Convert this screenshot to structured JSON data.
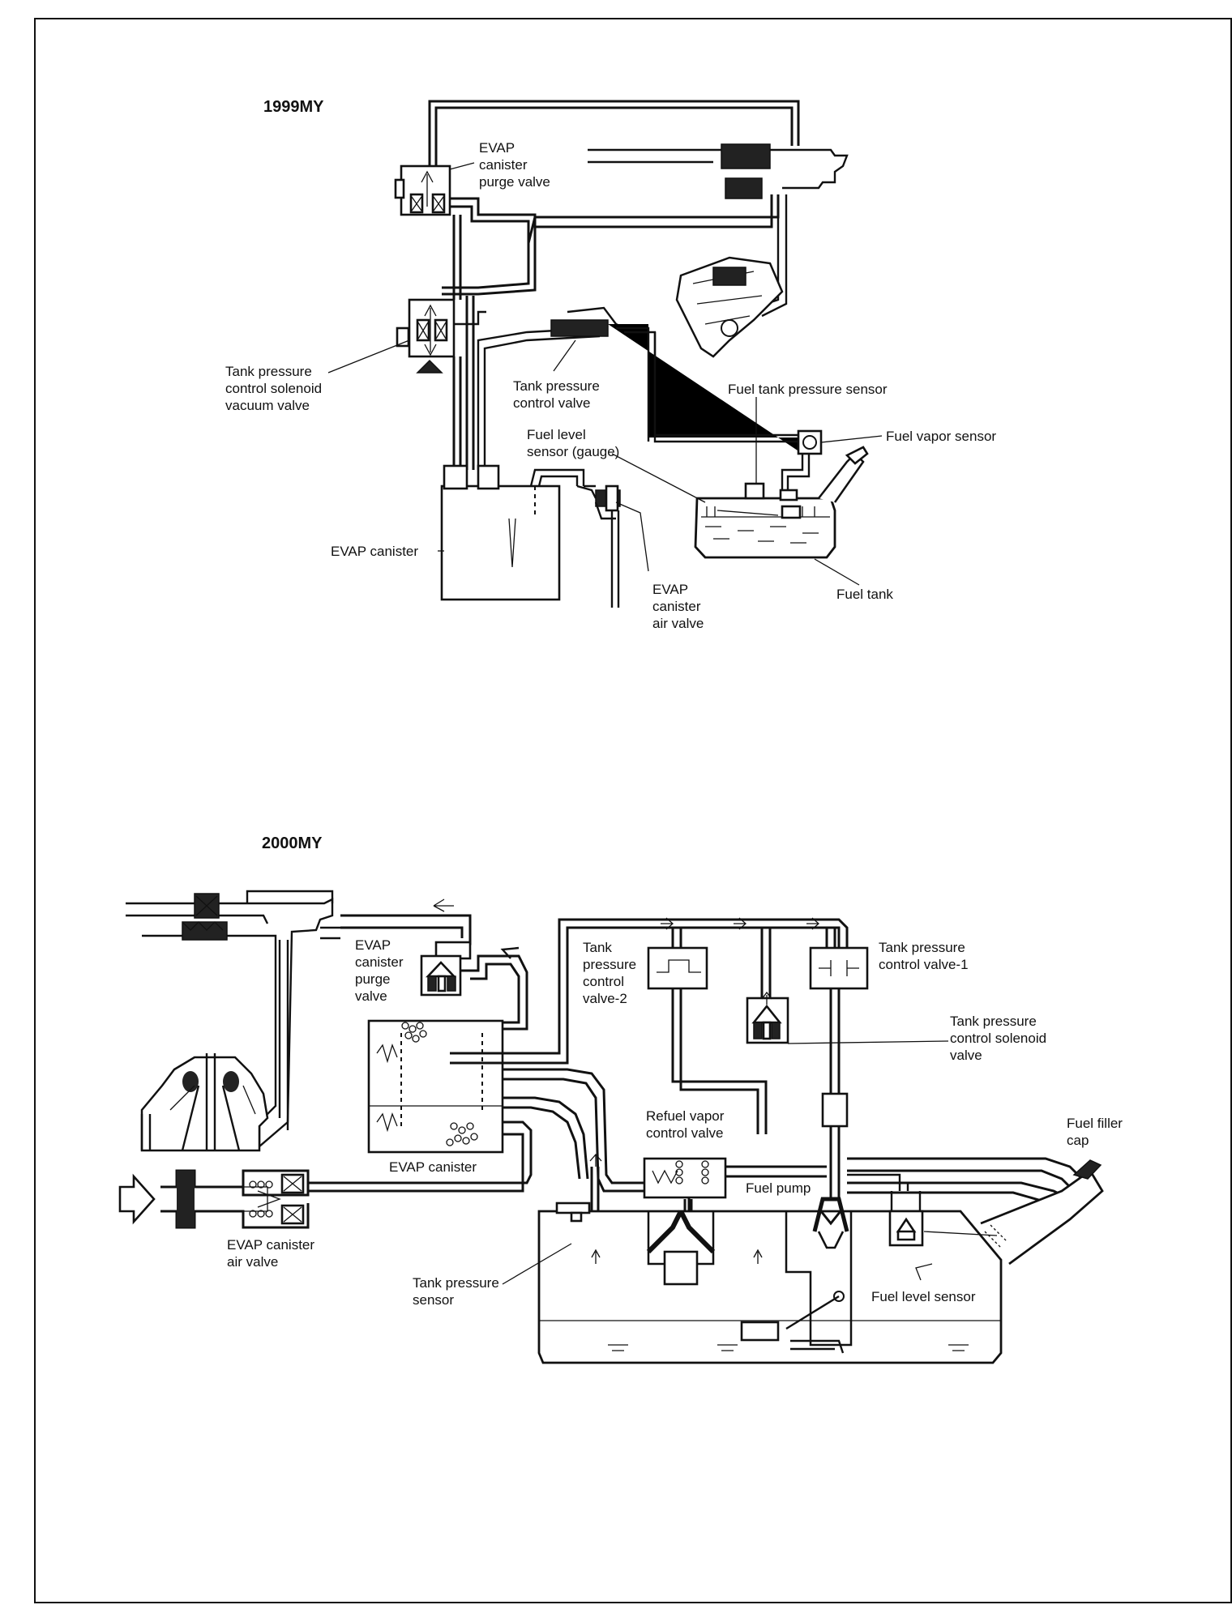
{
  "diagram_1999": {
    "title": "1999MY",
    "labels": {
      "purge_valve": "EVAP\ncanister\npurge valve",
      "solenoid_vacuum_valve": "Tank pressure\ncontrol solenoid\nvacuum valve",
      "tank_pressure_control_valve": "Tank pressure\ncontrol valve",
      "fuel_tank_pressure_sensor": "Fuel tank pressure sensor",
      "fuel_vapor_sensor": "Fuel vapor sensor",
      "fuel_level_sensor": "Fuel level\nsensor (gauge)",
      "evap_canister": "EVAP canister",
      "evap_canister_air_valve": "EVAP\ncanister\nair valve",
      "fuel_tank": "Fuel tank"
    }
  },
  "diagram_2000": {
    "title": "2000MY",
    "labels": {
      "purge_valve": "EVAP\ncanister\npurge\nvalve",
      "tank_pressure_control_valve_2": "Tank\npressure\ncontrol\nvalve-2",
      "tank_pressure_control_valve_1": "Tank pressure\ncontrol valve-1",
      "tank_pressure_control_solenoid_valve": "Tank pressure\ncontrol solenoid\nvalve",
      "refuel_vapor_control_valve": "Refuel vapor\ncontrol valve",
      "fuel_filler_cap": "Fuel filler\ncap",
      "fuel_pump": "Fuel pump",
      "evap_canister": "EVAP canister",
      "evap_canister_air_valve": "EVAP canister\nair valve",
      "tank_pressure_sensor": "Tank pressure\nsensor",
      "fuel_level_sensor": "Fuel level sensor"
    }
  }
}
